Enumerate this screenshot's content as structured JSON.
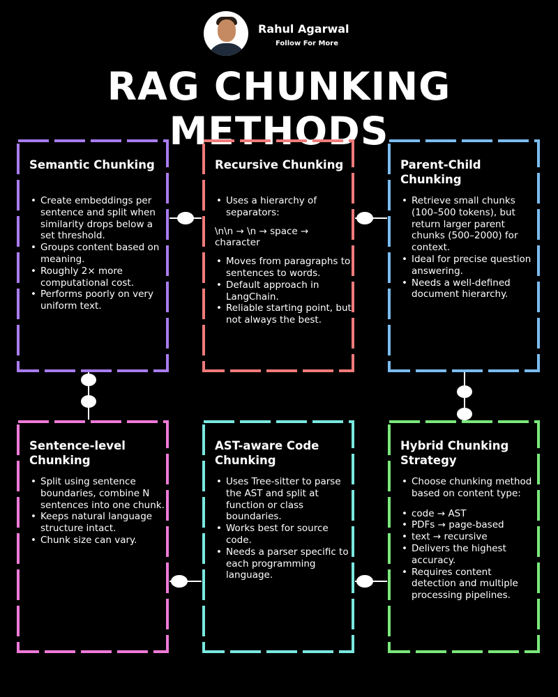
{
  "author": {
    "name": "Rahul Agarwal",
    "tagline": "Follow For More"
  },
  "title": "RAG CHUNKING METHODS",
  "cards": [
    {
      "title": "Semantic Chunking",
      "color": "#a97cf0",
      "items": [
        "Create embeddings per sentence and split when similarity drops below a set threshold.",
        "Groups content based on meaning.",
        "Roughly 2× more computational cost.",
        "Performs poorly on very uniform text."
      ]
    },
    {
      "title": "Recursive Chunking",
      "color": "#f07a7a",
      "items": [
        "Uses a hierarchy of separators:"
      ],
      "note": "\\n\\n → \\n → space → character",
      "items2": [
        "Moves from paragraphs to sentences to words.",
        "Default approach in LangChain.",
        "Reliable starting point, but not always the best."
      ]
    },
    {
      "title": "Parent-Child Chunking",
      "color": "#7bbcf0",
      "items": [
        "Retrieve small chunks (100–500 tokens), but return larger parent chunks (500–2000) for context.",
        "Ideal for precise question answering.",
        "Needs a well-defined document hierarchy."
      ]
    },
    {
      "title": "Sentence-level Chunking",
      "color": "#ef7ad8",
      "items": [
        "Split using sentence boundaries, combine N sentences into one chunk.",
        "Keeps natural language structure intact.",
        "Chunk size can vary."
      ]
    },
    {
      "title": "AST-aware Code Chunking",
      "color": "#7ae8e0",
      "items": [
        "Uses Tree-sitter to parse the AST and split at function or class boundaries.",
        "Works best for source code.",
        "Needs a parser specific to each programming language."
      ]
    },
    {
      "title": "Hybrid Chunking Strategy",
      "color": "#7ae87a",
      "items": [
        "Choose chunking method based on content type:"
      ],
      "note": "",
      "items2": [],
      "plain": [
        "code → AST",
        "PDFs → page-based",
        "text → recursive"
      ],
      "items3": [
        "Delivers the highest accuracy.",
        "Requires content detection and multiple processing pipelines."
      ]
    }
  ]
}
